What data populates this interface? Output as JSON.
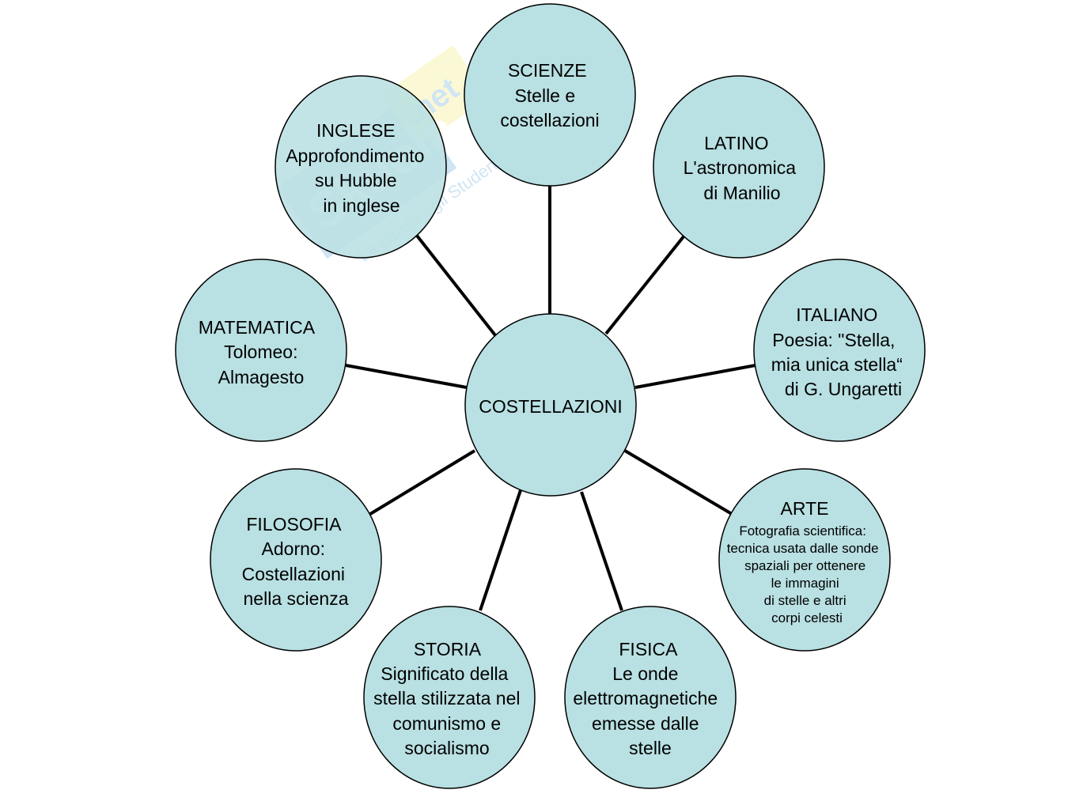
{
  "center": {
    "label": "COSTELLAZIONI"
  },
  "nodes": {
    "scienze": {
      "title": "SCIENZE",
      "lines": [
        "Stelle e",
        "costellazioni"
      ]
    },
    "latino": {
      "title": "LATINO",
      "lines": [
        "L'astronomica",
        "di Manilio"
      ]
    },
    "italiano": {
      "title": "ITALIANO",
      "lines": [
        "Poesia: \"Stella,",
        "mia unica stella“",
        "di G. Ungaretti"
      ]
    },
    "arte": {
      "title": "ARTE",
      "lines": [
        "Fotografia scientifica:",
        "tecnica usata dalle sonde",
        "spaziali per ottenere",
        "le immagini",
        "di stelle e altri",
        "corpi celesti"
      ]
    },
    "fisica": {
      "title": "FISICA",
      "lines": [
        "Le onde",
        "elettromagnetiche",
        "emesse dalle",
        "stelle"
      ]
    },
    "storia": {
      "title": "STORIA",
      "lines": [
        "Significato della",
        "stella stilizzata nel",
        "comunismo e",
        "socialismo"
      ]
    },
    "filosofia": {
      "title": "FILOSOFIA",
      "lines": [
        "Adorno:",
        "Costellazioni",
        "nella scienza"
      ]
    },
    "matematica": {
      "title": "MATEMATICA",
      "lines": [
        "Tolomeo:",
        "Almagesto"
      ]
    },
    "inglese": {
      "title": "INGLESE",
      "lines": [
        "Approfondimento",
        "su Hubble",
        "in inglese"
      ]
    }
  },
  "watermark": {
    "brand": "Skuola",
    "suffix": ".net",
    "tagline": "La parola agli Studenti"
  },
  "colors": {
    "node_fill": "#b9e0e2",
    "stroke": "#000000",
    "watermark_blue": "#5aa3d6",
    "watermark_yellow": "#f3e96b"
  }
}
